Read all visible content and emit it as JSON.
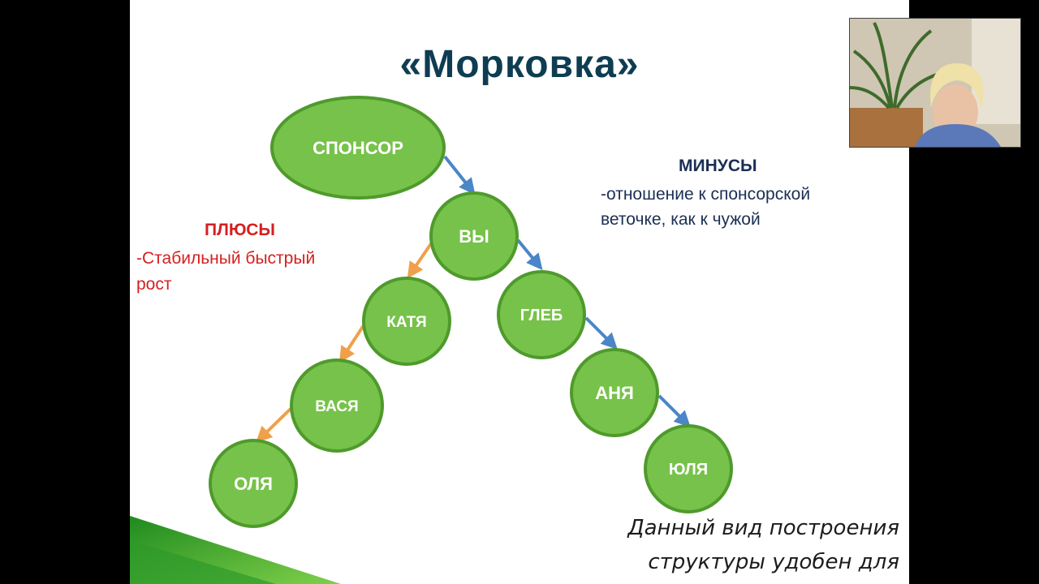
{
  "slide": {
    "title": "«Морковка»",
    "pluses": {
      "title": "ПЛЮСЫ",
      "lines": [
        "-Стабильный быстрый",
        "рост"
      ]
    },
    "minuses": {
      "title": "МИНУСЫ",
      "lines": [
        "-отношение к спонсорской",
        "веточке, как к чужой"
      ]
    },
    "note": {
      "lines": [
        "Данный вид построения",
        "структуры удобен для"
      ]
    }
  },
  "diagram": {
    "nodes": [
      {
        "id": "sponsor",
        "label": "СПОНСОР"
      },
      {
        "id": "you",
        "label": "ВЫ"
      },
      {
        "id": "katya",
        "label": "КАТЯ"
      },
      {
        "id": "vasya",
        "label": "ВАСЯ"
      },
      {
        "id": "olya",
        "label": "ОЛЯ"
      },
      {
        "id": "gleb",
        "label": "ГЛЕБ"
      },
      {
        "id": "anya",
        "label": "АНЯ"
      },
      {
        "id": "yulya",
        "label": "ЮЛЯ"
      }
    ],
    "edges": [
      {
        "from": "sponsor",
        "to": "you",
        "color": "#4a86c8"
      },
      {
        "from": "you",
        "to": "katya",
        "color": "#f0a04a"
      },
      {
        "from": "katya",
        "to": "vasya",
        "color": "#f0a04a"
      },
      {
        "from": "vasya",
        "to": "olya",
        "color": "#f0a04a"
      },
      {
        "from": "you",
        "to": "gleb",
        "color": "#4a86c8"
      },
      {
        "from": "gleb",
        "to": "anya",
        "color": "#4a86c8"
      },
      {
        "from": "anya",
        "to": "yulya",
        "color": "#4a86c8"
      }
    ],
    "node_fill": "#77c24a",
    "node_stroke": "#4f9a2c"
  },
  "webcam": {
    "icon": "webcam-video-icon"
  }
}
